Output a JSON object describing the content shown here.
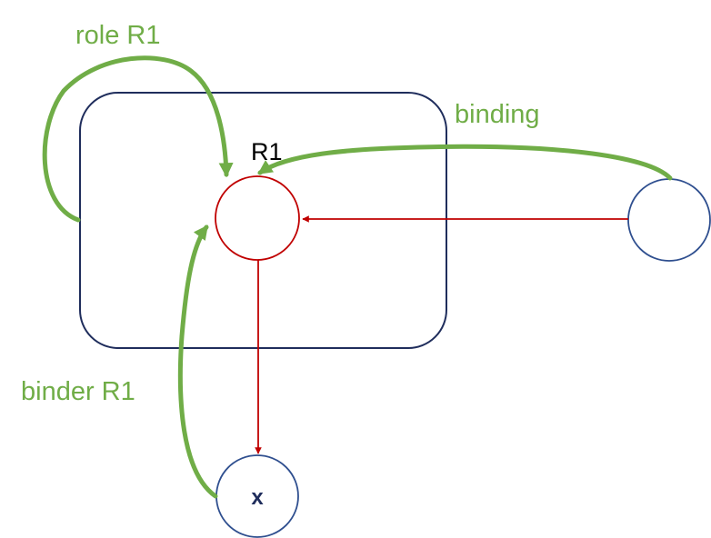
{
  "labels": {
    "role": "role R1",
    "binding": "binding",
    "binder": "binder R1",
    "relation_node": "R1",
    "x_node": "x"
  },
  "colors": {
    "green": "#70ad47",
    "red": "#c00000",
    "navy": "#1f2d5c",
    "circle_blue": "#2f4f8f"
  }
}
